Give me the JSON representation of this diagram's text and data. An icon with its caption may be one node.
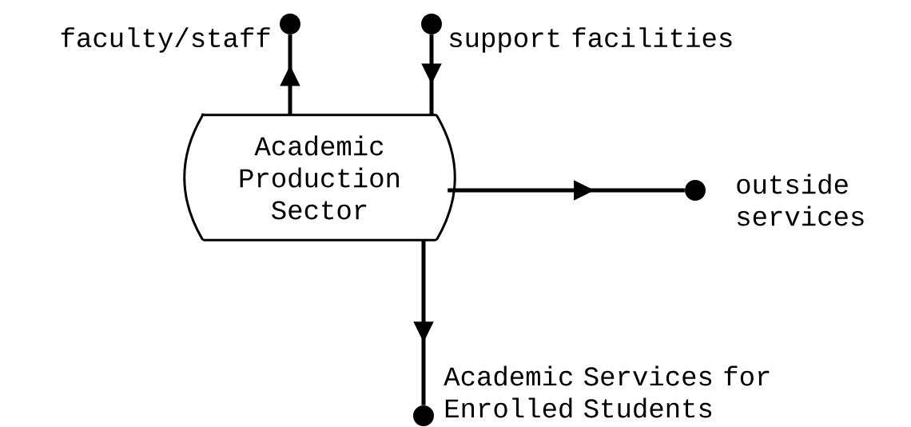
{
  "diagram": {
    "nodes": [
      {
        "text": [
          "Academic Production Sector"
        ]
      },
      {
        "text": [],
        "shape": "circle",
        "beside": [
          "faculty/staff"
        ]
      },
      {
        "text": [],
        "shape": "circle",
        "beside": [
          "support facilities"
        ]
      },
      {
        "text": [],
        "shape": "circle",
        "beside": [
          "outside services"
        ]
      },
      {
        "text": [],
        "shape": "circle",
        "beside": [
          "Academic Services for Enrolled Students"
        ]
      }
    ],
    "edges": [
      {
        "from": 0,
        "to": 1,
        "arrow": "to"
      },
      {
        "from": 2,
        "to": 0,
        "arrow": "to"
      },
      {
        "from": 0,
        "to": 3,
        "arrow": "to"
      },
      {
        "from": 0,
        "to": 4,
        "arrow": "to"
      }
    ]
  }
}
